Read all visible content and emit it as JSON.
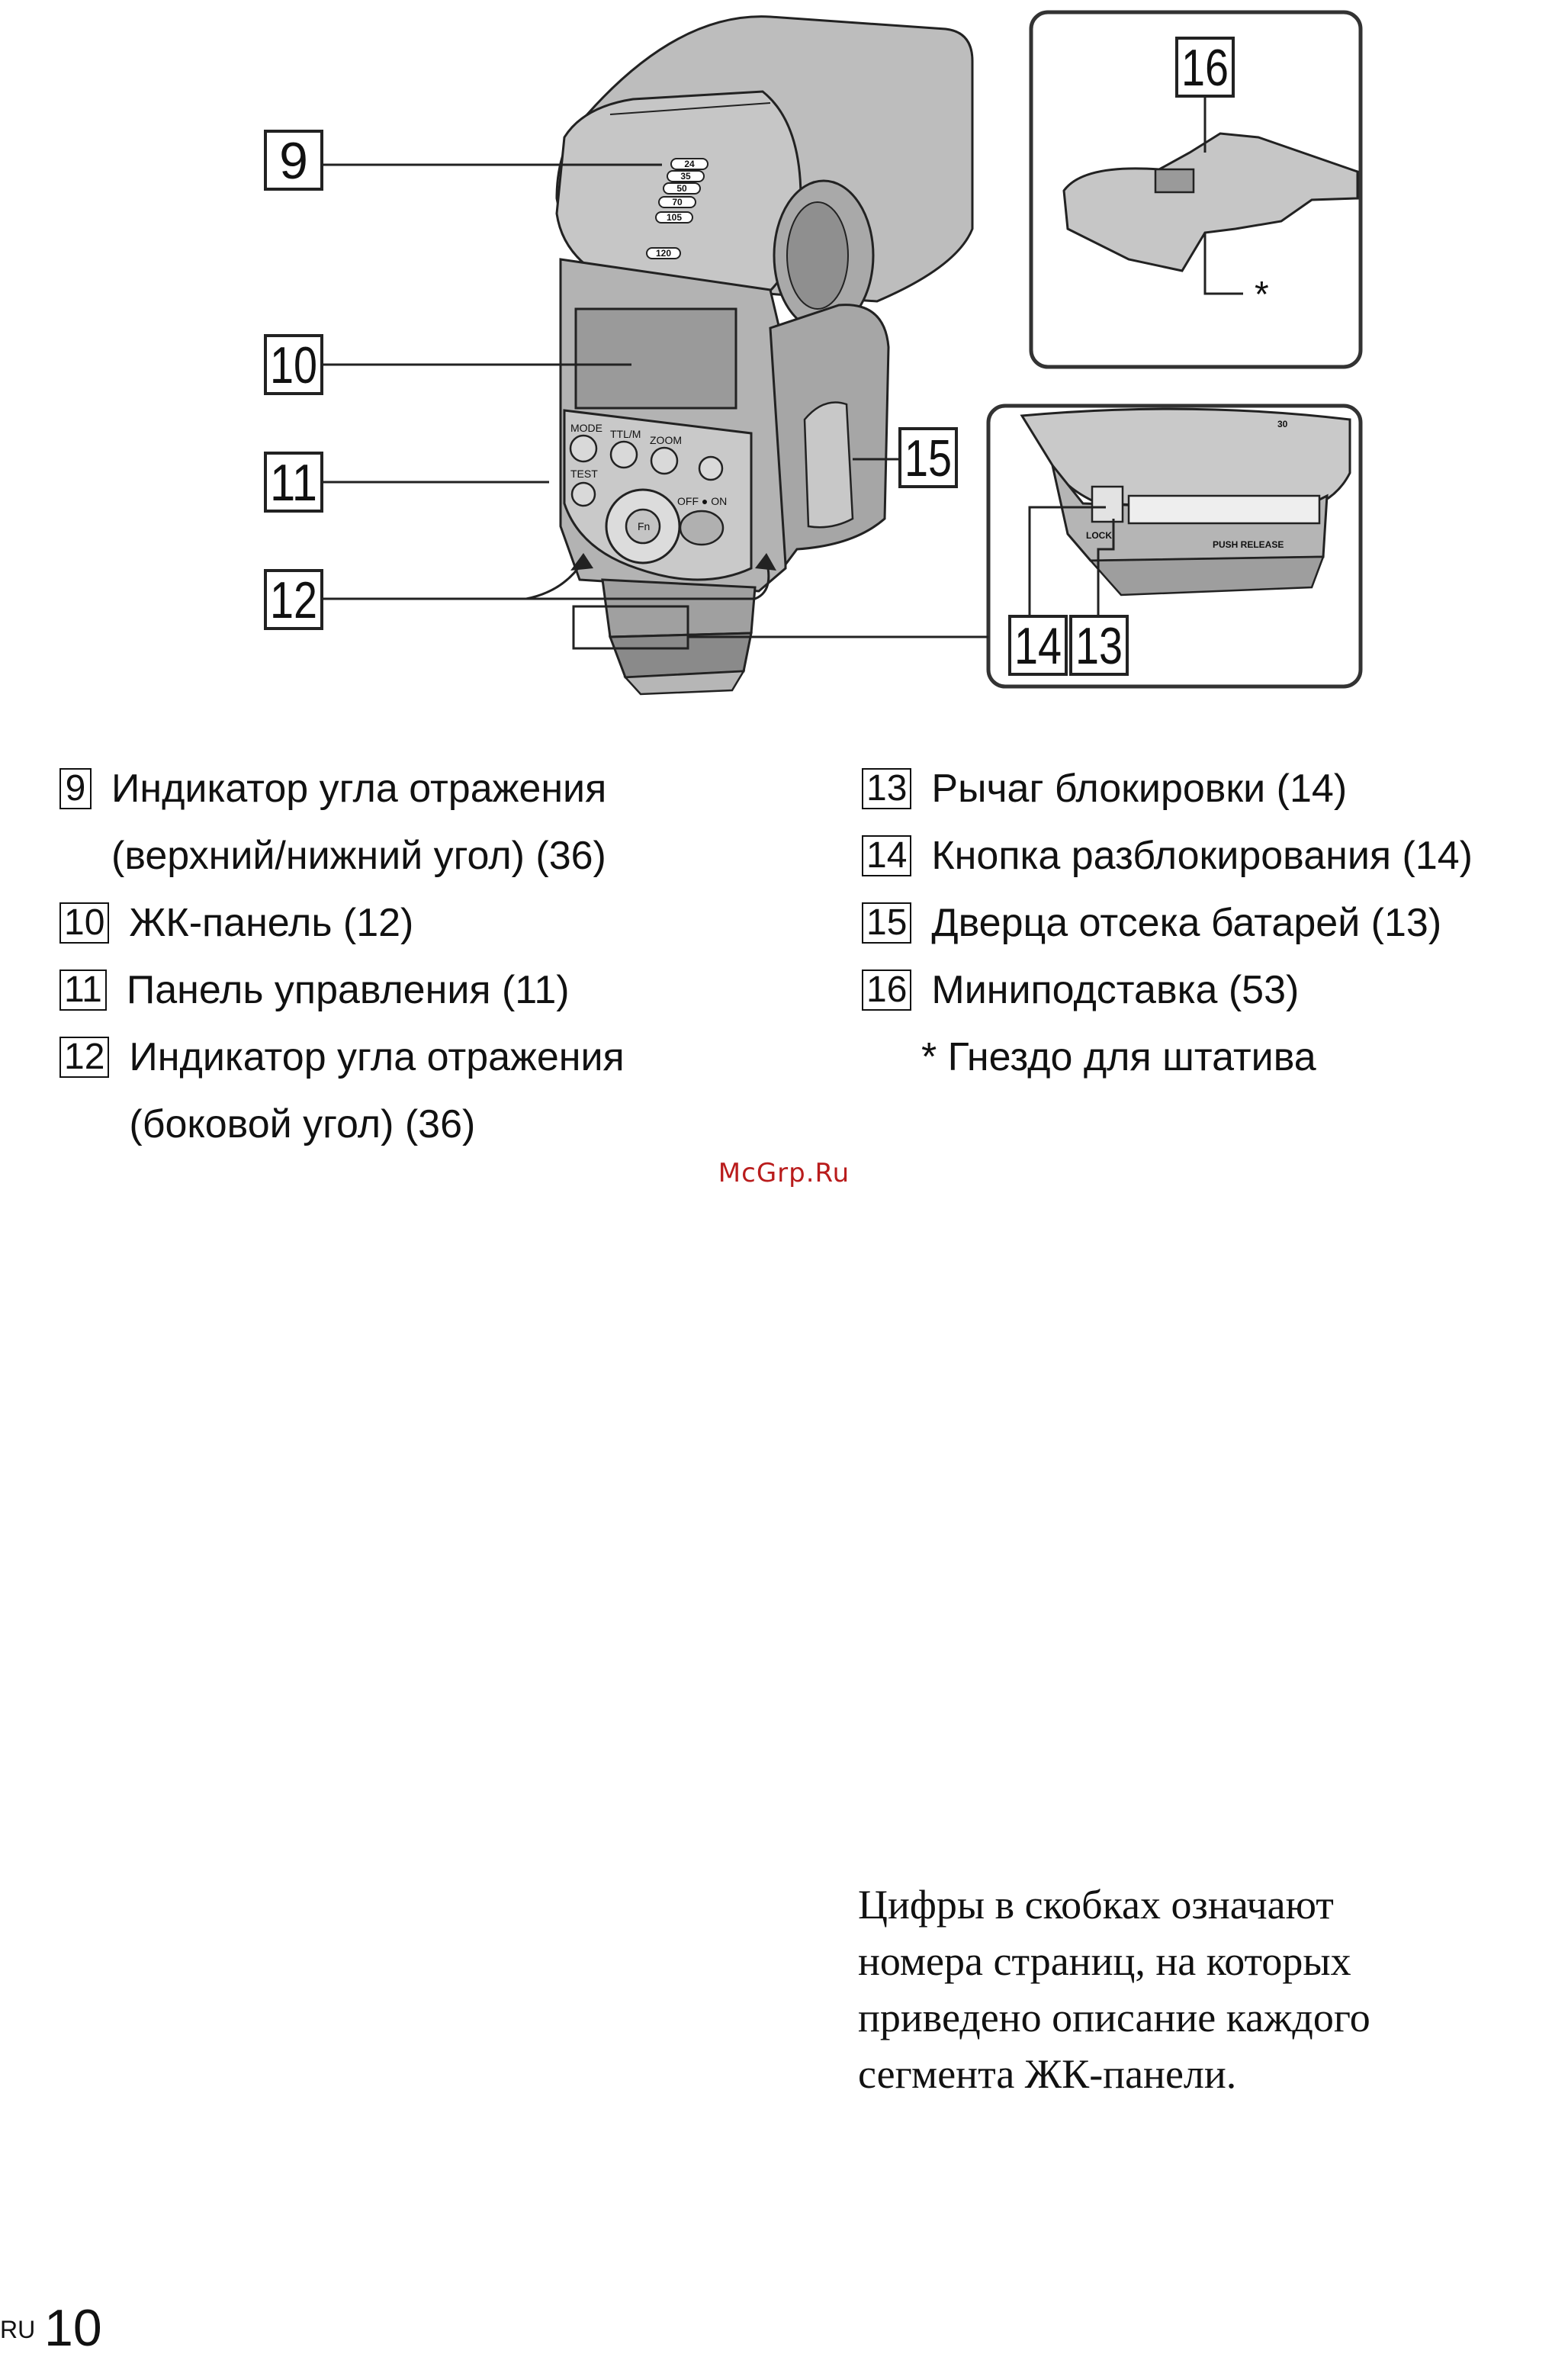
{
  "figure": {
    "callouts": [
      "9",
      "10",
      "11",
      "12",
      "13",
      "14",
      "15",
      "16"
    ],
    "star": "*",
    "zoom_scale": [
      "24",
      "35",
      "50",
      "70",
      "105",
      "120"
    ],
    "buttons": {
      "mode": "MODE",
      "ttlm": "TTL/M",
      "zoom": "ZOOM",
      "test": "TEST",
      "fn": "Fn",
      "off_on": "OFF ● ON"
    },
    "lock_labels": {
      "lock": "LOCK",
      "push_release": "PUSH RELEASE",
      "thirty": "30"
    }
  },
  "legend_left": [
    {
      "num": "9",
      "lines": [
        "Индикатор угла отражения",
        "(верхний/нижний угол) (36)"
      ]
    },
    {
      "num": "10",
      "lines": [
        "ЖК-панель (12)"
      ]
    },
    {
      "num": "11",
      "lines": [
        "Панель управления (11)"
      ]
    },
    {
      "num": "12",
      "lines": [
        "Индикатор угла отражения",
        "(боковой угол) (36)"
      ]
    }
  ],
  "legend_right": [
    {
      "num": "13",
      "lines": [
        "Рычаг блокировки (14)"
      ]
    },
    {
      "num": "14",
      "lines": [
        "Кнопка разблокирования (14)"
      ]
    },
    {
      "num": "15",
      "lines": [
        "Дверца отсека батарей (13)"
      ]
    },
    {
      "num": "16",
      "lines": [
        "Миниподставка (53)"
      ]
    }
  ],
  "tripod_note": "* Гнездо для штатива",
  "watermark": "McGrp.Ru",
  "footnote": [
    "Цифры в скобках означают",
    "номера страниц, на которых",
    "приведено описание каждого",
    "сегмента ЖК-панели."
  ],
  "page": {
    "lang": "RU",
    "number": "10"
  }
}
